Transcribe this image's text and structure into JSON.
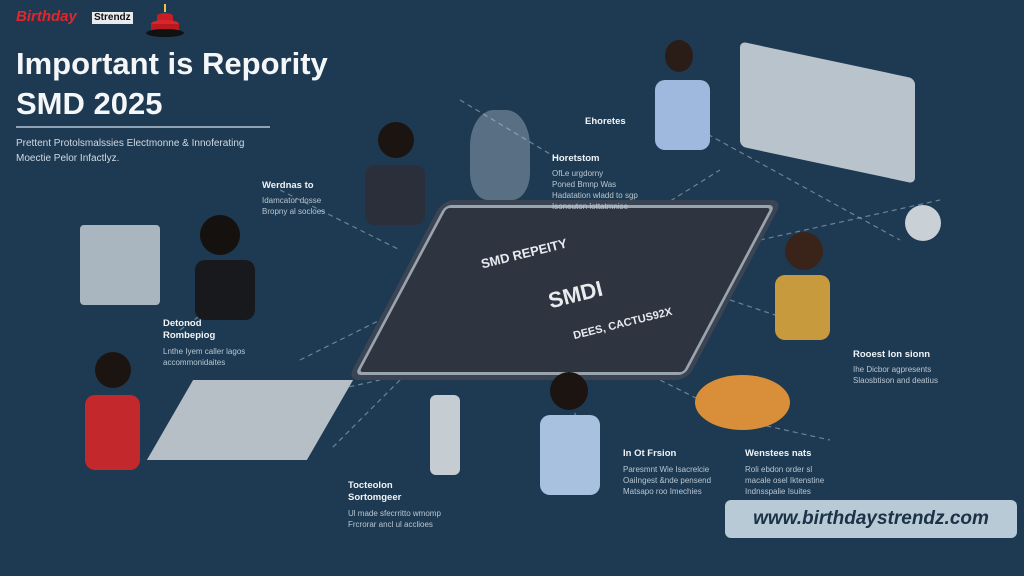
{
  "header": {
    "title_line1": "Important is Repority",
    "title_line2": "SMD 2025",
    "subtitle_line1": "Prettent Protolsmalssies Electmonne & Innoferating",
    "subtitle_line2": "Moectie Pelor Infactlyz."
  },
  "logo": {
    "word1": "Birthday",
    "word2": "Strendz"
  },
  "chip": {
    "heading": "SMD REPEITY",
    "name": "SMDI",
    "code": "DEES, CACTUS92X"
  },
  "labels": [
    {
      "title": "Ehoretes",
      "desc": ""
    },
    {
      "title": "Horetstom",
      "desc": "OfLe urgdorny\nPoned Bmnp Was\nHadatation wladd to sgp\nIsoneuton lottatmnise"
    },
    {
      "title": "Werdnas to",
      "desc": "Idamcator dosse\nBropny al socloes"
    },
    {
      "title": "Detonod Rombepiog",
      "desc": "Lnthe Iyem caller lagos\naccommonidaites"
    },
    {
      "title": "Rooest Ion sionn",
      "desc": "Ihe Dicbor agpresents\nSlaosbtison and deatius"
    },
    {
      "title": "In Ot Frsion",
      "desc": "Paresmnt Wie Isacrelcie\nOaiIngest &nde pensend\nMatsapo roo Imechies"
    },
    {
      "title": "Wenstees nats",
      "desc": "Roli ebdon order sl\nmacale osel Iktenstine\nIndnsspalie Isuites"
    },
    {
      "title": "Tocteolon Sortomgeer",
      "desc": "Ul made sfecrritto wmomp\nFrcrorar ancl ul acclioes"
    }
  ],
  "footer": {
    "url": "www.birthdaystrendz.com"
  },
  "colors": {
    "background": "#1e3a52",
    "accent": "#e3262b",
    "gear": "#d98f3a"
  }
}
